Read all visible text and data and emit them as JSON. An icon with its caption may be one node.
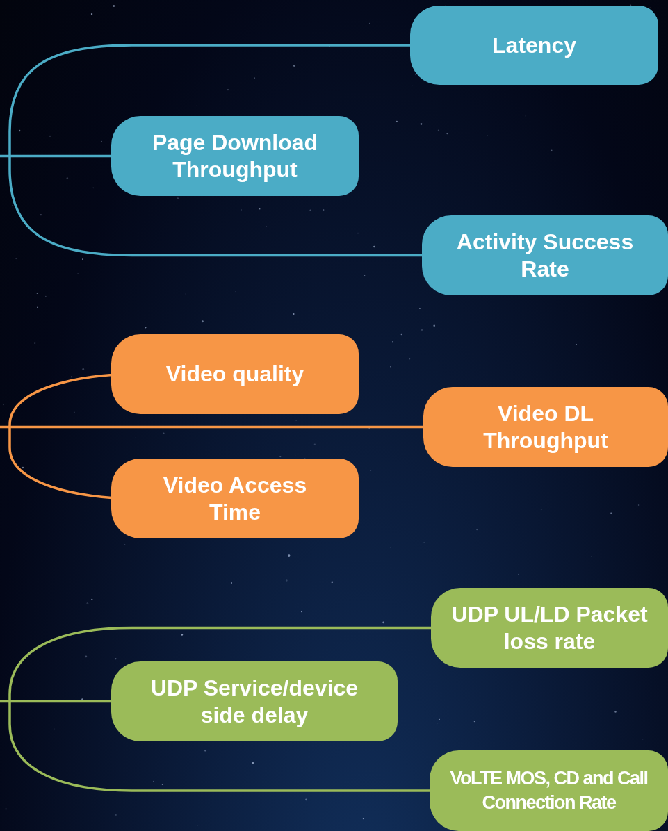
{
  "diagram": {
    "nodes": [
      {
        "text": [
          "Latency"
        ]
      },
      {
        "text": [
          "Page Download Throughput"
        ]
      },
      {
        "text": [
          "Activity Success Rate"
        ]
      },
      {
        "text": [
          "Video quality"
        ]
      },
      {
        "text": [
          "Video DL Throughput"
        ]
      },
      {
        "text": [
          "Video Access Time"
        ]
      },
      {
        "text": [
          "UDP UL/LD Packet loss rate"
        ]
      },
      {
        "text": [
          "UDP Service/device side delay"
        ]
      },
      {
        "text": [
          "VoLTE MOS, CD and Call Connection Rate"
        ]
      }
    ],
    "edges": [
      {
        "from": 0,
        "to": 2,
        "arrow": "none",
        "color": "#4bacc6"
      },
      {
        "from": null,
        "to": 1,
        "arrow": "none",
        "color": "#4bacc6"
      },
      {
        "from": 3,
        "to": 5,
        "arrow": "none",
        "color": "#f79646"
      },
      {
        "from": null,
        "to": 4,
        "arrow": "none",
        "color": "#f79646"
      },
      {
        "from": 6,
        "to": 8,
        "arrow": "none",
        "color": "#9bbb59"
      },
      {
        "from": null,
        "to": 7,
        "arrow": "none",
        "color": "#9bbb59"
      }
    ]
  }
}
